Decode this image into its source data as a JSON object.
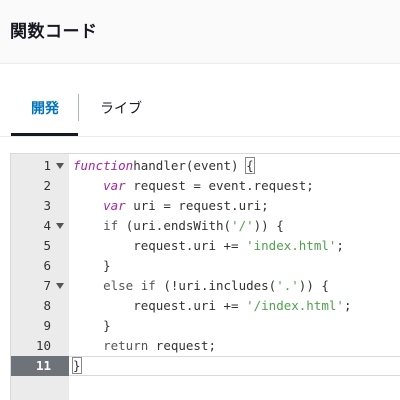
{
  "header": {
    "title": "関数コード"
  },
  "tabs": [
    {
      "label": "開発",
      "active": true
    },
    {
      "label": "ライブ",
      "active": false
    }
  ],
  "editor": {
    "active_line": 11,
    "lines": [
      {
        "num": "1",
        "fold": true,
        "tokens": [
          [
            "kw",
            "function"
          ],
          [
            "",
            "handler(event) "
          ],
          [
            "brace",
            "{"
          ]
        ]
      },
      {
        "num": "2",
        "fold": false,
        "tokens": [
          [
            "",
            "    "
          ],
          [
            "kw",
            "var"
          ],
          [
            "",
            " request = event.request;"
          ]
        ]
      },
      {
        "num": "3",
        "fold": false,
        "tokens": [
          [
            "",
            "    "
          ],
          [
            "kw",
            "var"
          ],
          [
            "",
            " uri = request.uri;"
          ]
        ]
      },
      {
        "num": "4",
        "fold": true,
        "tokens": [
          [
            "",
            "    "
          ],
          [
            "kw2",
            "if"
          ],
          [
            "",
            " (uri.endsWith("
          ],
          [
            "str",
            "'/'"
          ],
          [
            "",
            ")) {"
          ]
        ]
      },
      {
        "num": "5",
        "fold": false,
        "tokens": [
          [
            "",
            "        request.uri += "
          ],
          [
            "str",
            "'index.html'"
          ],
          [
            "",
            ";"
          ]
        ]
      },
      {
        "num": "6",
        "fold": false,
        "tokens": [
          [
            "",
            "    }"
          ]
        ]
      },
      {
        "num": "7",
        "fold": true,
        "tokens": [
          [
            "",
            "    "
          ],
          [
            "kw2",
            "else if"
          ],
          [
            "",
            " (!uri.includes("
          ],
          [
            "str",
            "'.'"
          ],
          [
            "",
            ")) {"
          ]
        ]
      },
      {
        "num": "8",
        "fold": false,
        "tokens": [
          [
            "",
            "        request.uri += "
          ],
          [
            "str",
            "'/index.html'"
          ],
          [
            "",
            ";"
          ]
        ]
      },
      {
        "num": "9",
        "fold": false,
        "tokens": [
          [
            "",
            "    }"
          ]
        ]
      },
      {
        "num": "10",
        "fold": false,
        "tokens": [
          [
            "",
            "    "
          ],
          [
            "kw2",
            "return"
          ],
          [
            "",
            " request;"
          ]
        ]
      },
      {
        "num": "11",
        "fold": false,
        "tokens": [
          [
            "brace",
            "}"
          ],
          [
            "caret",
            ""
          ]
        ]
      }
    ]
  }
}
